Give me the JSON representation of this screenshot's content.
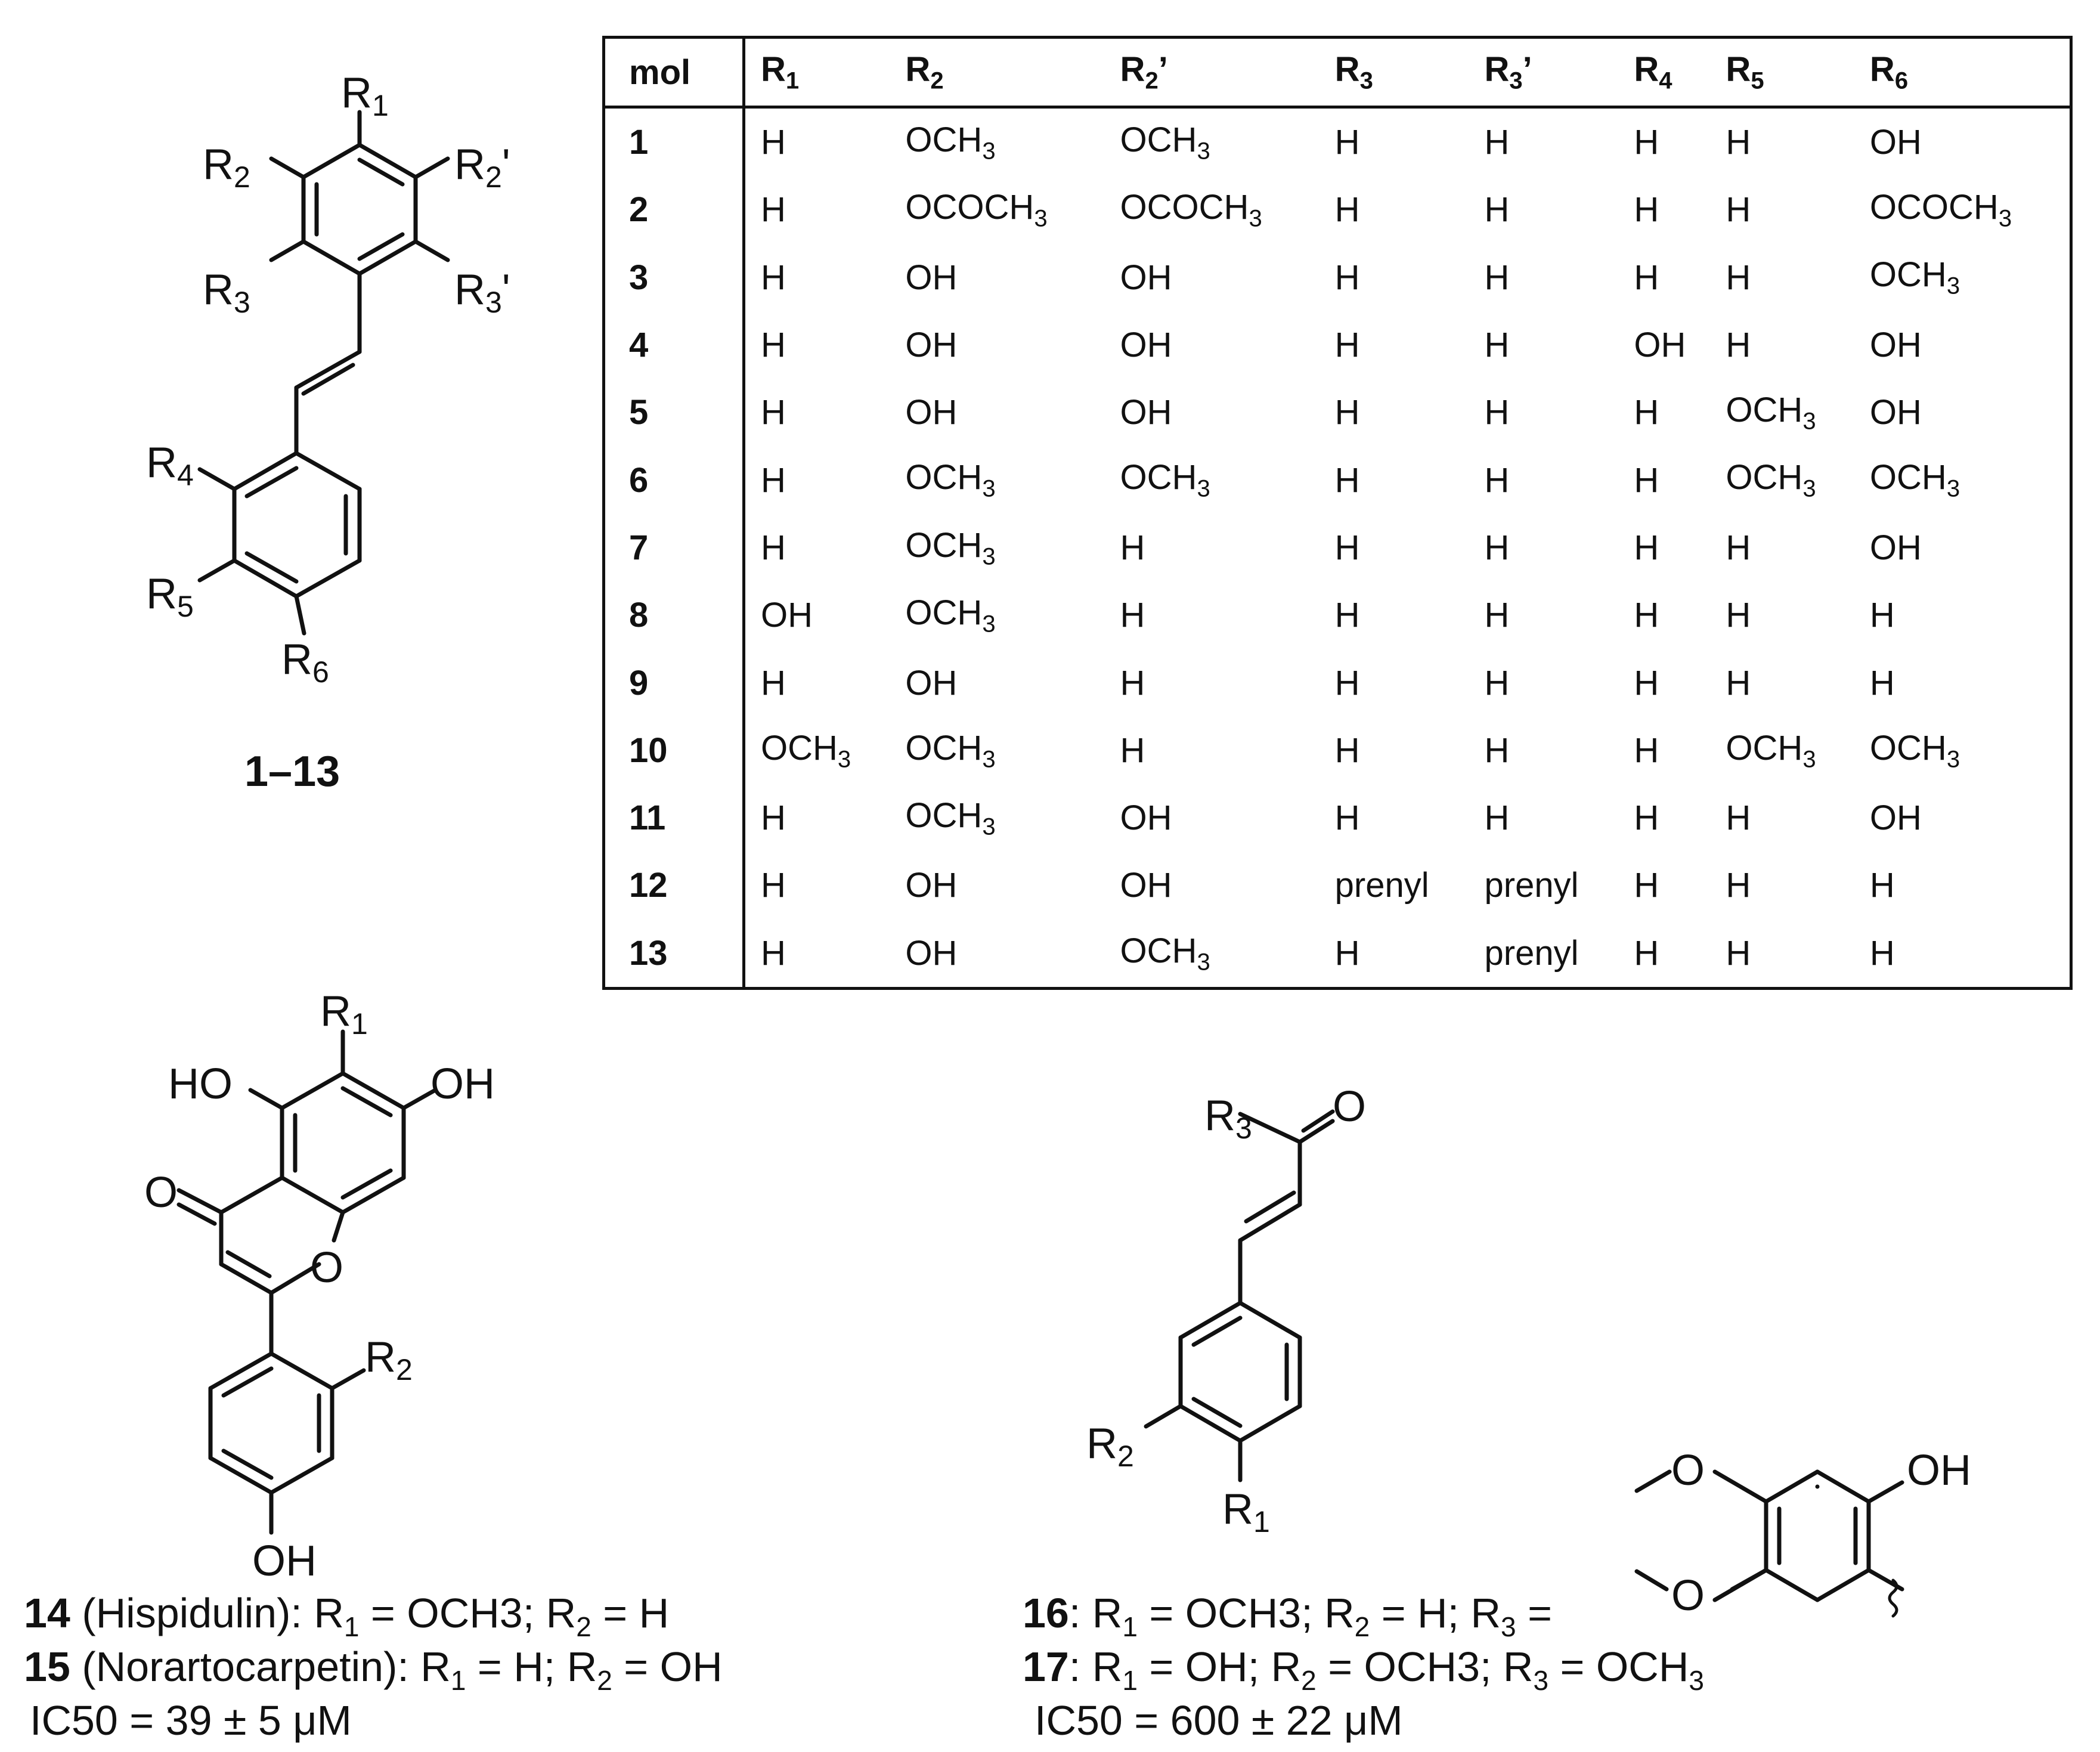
{
  "stilbene": {
    "labels": {
      "r1": "R",
      "r1_sub": "1",
      "r2": "R",
      "r2_sub": "2",
      "r2p": "R",
      "r2p_sub": "2",
      "r2p_prime": "'",
      "r3": "R",
      "r3_sub": "3",
      "r3p": "R",
      "r3p_sub": "3",
      "r3p_prime": "'",
      "r4": "R",
      "r4_sub": "4",
      "r5": "R",
      "r5_sub": "5",
      "r6": "R",
      "r6_sub": "6"
    },
    "compound_range": "1–13"
  },
  "table": {
    "headers": [
      {
        "main": "mol",
        "sub": "",
        "prime": ""
      },
      {
        "main": "R",
        "sub": "1",
        "prime": ""
      },
      {
        "main": "R",
        "sub": "2",
        "prime": ""
      },
      {
        "main": "R",
        "sub": "2",
        "prime": "’"
      },
      {
        "main": "R",
        "sub": "3",
        "prime": ""
      },
      {
        "main": "R",
        "sub": "3",
        "prime": "’"
      },
      {
        "main": "R",
        "sub": "4",
        "prime": ""
      },
      {
        "main": "R",
        "sub": "5",
        "prime": ""
      },
      {
        "main": "R",
        "sub": "6",
        "prime": ""
      }
    ],
    "rows": [
      [
        "1",
        "H",
        "OCH3",
        "OCH3",
        "H",
        "H",
        "H",
        "H",
        "OH"
      ],
      [
        "2",
        "H",
        "OCOCH3",
        "OCOCH3",
        "H",
        "H",
        "H",
        "H",
        "OCOCH3"
      ],
      [
        "3",
        "H",
        "OH",
        "OH",
        "H",
        "H",
        "H",
        "H",
        "OCH3"
      ],
      [
        "4",
        "H",
        "OH",
        "OH",
        "H",
        "H",
        "OH",
        "H",
        "OH"
      ],
      [
        "5",
        "H",
        "OH",
        "OH",
        "H",
        "H",
        "H",
        "OCH3",
        "OH"
      ],
      [
        "6",
        "H",
        "OCH3",
        "OCH3",
        "H",
        "H",
        "H",
        "OCH3",
        "OCH3"
      ],
      [
        "7",
        "H",
        "OCH3",
        "H",
        "H",
        "H",
        "H",
        "H",
        "OH"
      ],
      [
        "8",
        "OH",
        "OCH3",
        "H",
        "H",
        "H",
        "H",
        "H",
        "H"
      ],
      [
        "9",
        "H",
        "OH",
        "H",
        "H",
        "H",
        "H",
        "H",
        "H"
      ],
      [
        "10",
        "OCH3",
        "OCH3",
        "H",
        "H",
        "H",
        "H",
        "OCH3",
        "OCH3"
      ],
      [
        "11",
        "H",
        "OCH3",
        "OH",
        "H",
        "H",
        "H",
        "H",
        "OH"
      ],
      [
        "12",
        "H",
        "OH",
        "OH",
        "prenyl",
        "prenyl",
        "H",
        "H",
        "H"
      ],
      [
        "13",
        "H",
        "OH",
        "OCH3",
        "H",
        "prenyl",
        "H",
        "H",
        "H"
      ]
    ]
  },
  "flavone": {
    "labels": {
      "r1": "R",
      "r1_sub": "1",
      "r2": "R",
      "r2_sub": "2",
      "ho": "HO",
      "oh_top": "OH",
      "carbonyl_o": "O",
      "ring_o": "O",
      "oh_bottom": "OH"
    },
    "caption": {
      "line1": {
        "num": "14",
        "name": " (Hispidulin): ",
        "r1": "R",
        "r1_sub": "1",
        "r1_val": " = OCH3; ",
        "r2": "R",
        "r2_sub": "2",
        "r2_val": " = H"
      },
      "line2": {
        "num": "15",
        "name": " (Norartocarpetin): ",
        "r1": "R",
        "r1_sub": "1",
        "r1_val": " = H; ",
        "r2": "R",
        "r2_sub": "2",
        "r2_val": " = OH"
      },
      "ic50": "IC50 = 39 ± 5 μM"
    }
  },
  "enone": {
    "labels": {
      "r3": "R",
      "r3_sub": "3",
      "carbonyl_o": "O",
      "r2": "R",
      "r2_sub": "2",
      "r1": "R",
      "r1_sub": "1",
      "subst_o1": "O",
      "subst_o2": "O",
      "subst_oh": "OH"
    },
    "caption": {
      "line1": {
        "num": "16",
        "sep": ": ",
        "r1": "R",
        "r1_sub": "1",
        "r1_val": " = OCH3; ",
        "r2": "R",
        "r2_sub": "2",
        "r2_val": " = H; ",
        "r3": "R",
        "r3_sub": "3",
        "r3_val": " ="
      },
      "line2": {
        "num": "17",
        "sep": ": ",
        "r1": "R",
        "r1_sub": "1",
        "r1_val": " = OH; ",
        "r2": "R",
        "r2_sub": "2",
        "r2_val": " = OCH3; ",
        "r3": "R",
        "r3_sub": "3",
        "r3_val": " = OCH",
        "r3_val_sub": "3"
      },
      "ic50": "IC50 = 600 ± 22 μM"
    }
  }
}
